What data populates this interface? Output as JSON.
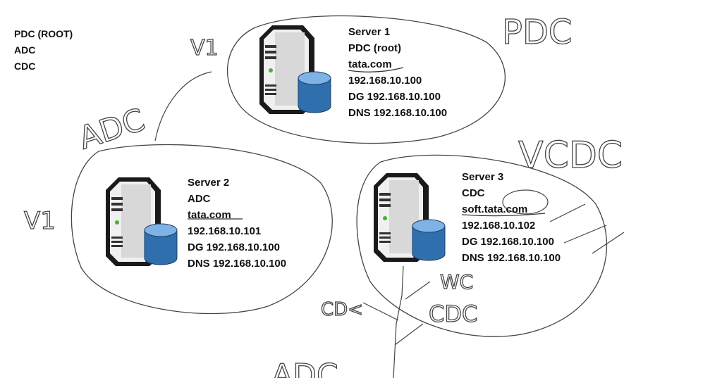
{
  "legend": {
    "items": [
      "PDC (ROOT)",
      "ADC",
      "CDC"
    ]
  },
  "servers": [
    {
      "name": "Server 1",
      "role": "PDC (root)",
      "domain": "tata.com",
      "ip": "192.168.10.100",
      "dg": "DG 192.168.10.100",
      "dns": "DNS 192.168.10.100"
    },
    {
      "name": "Server 2",
      "role": "ADC",
      "domain": "tata.com",
      "ip": "192.168.10.101",
      "dg": "DG 192.168.10.100",
      "dns": "DNS 192.168.10.100"
    },
    {
      "name": "Server 3",
      "role": "CDC",
      "domain": "soft.tata.com",
      "ip": "192.168.10.102",
      "dg": "DG 192.168.10.100",
      "dns": "DNS 192.168.10.100"
    }
  ],
  "annotations": {
    "pdc": "PDC",
    "adc_left": "ADC",
    "v1_top": "V1",
    "v1_left": "V1",
    "vcdc": "VCDC",
    "cd_partial": "CD<",
    "wc": "WC",
    "cdc": "CDC",
    "adc_bottom": "ADC"
  }
}
